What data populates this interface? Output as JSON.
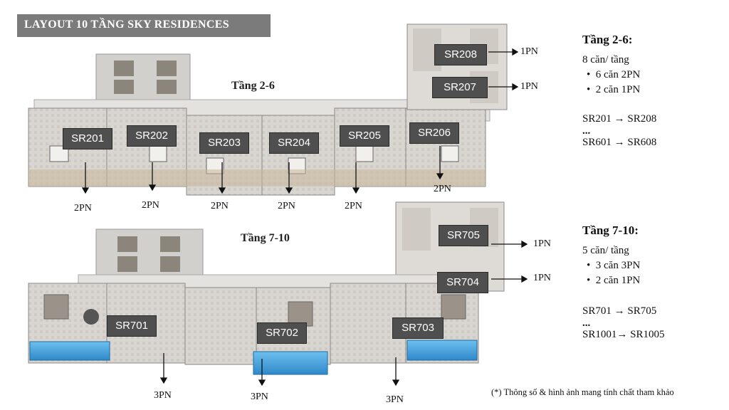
{
  "title": "LAYOUT 10 TẦNG SKY RESIDENCES",
  "floors_top": {
    "label": "Tầng 2-6",
    "units": [
      "SR201",
      "SR202",
      "SR203",
      "SR204",
      "SR205",
      "SR206",
      "SR207",
      "SR208"
    ],
    "bedrooms": [
      "2PN",
      "2PN",
      "2PN",
      "2PN",
      "2PN",
      "2PN",
      "1PN",
      "1PN"
    ]
  },
  "floors_bottom": {
    "label": "Tầng 7-10",
    "units": [
      "SR701",
      "SR702",
      "SR703",
      "SR704",
      "SR705"
    ],
    "bedrooms": [
      "3PN",
      "3PN",
      "3PN",
      "1PN",
      "1PN"
    ]
  },
  "summary_top": {
    "heading": "Tầng 2-6:",
    "count": "8 căn/ tầng",
    "items": [
      "6 căn 2PN",
      "2 căn 1PN"
    ],
    "range1": "SR201 → SR208",
    "ellipsis": "...",
    "range2": "SR601 → SR608"
  },
  "summary_bottom": {
    "heading": "Tầng 7-10:",
    "count": "5 căn/ tầng",
    "items": [
      "3 căn 3PN",
      "2 căn 1PN"
    ],
    "range1": "SR701 → SR705",
    "ellipsis": "...",
    "range2": "SR1001→ SR1005"
  },
  "note": "(*) Thông số & hình ảnh mang tính chất tham khảo",
  "colors": {
    "title_bg": "#7b7b7b",
    "unit_label_bg": "#4f4f4f",
    "pool": "#4aa6e0"
  }
}
